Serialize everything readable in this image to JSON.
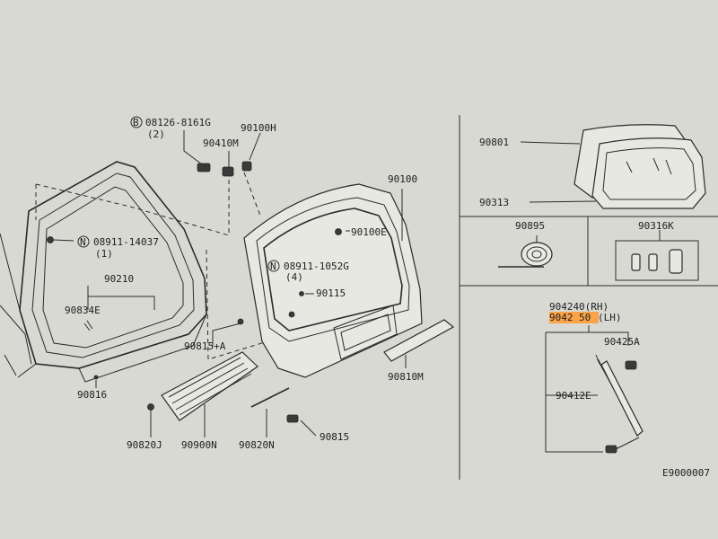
{
  "labels": {
    "bolt_spec": "08126-8161G",
    "bolt_qty": "(2)",
    "p90410M": "90410M",
    "p90100H": "90100H",
    "p90100": "90100",
    "p90100E": "90100E",
    "nut1_spec": "08911-14037",
    "nut1_qty": "(1)",
    "nut2_spec": "08911-1052G",
    "nut2_qty": "(4)",
    "p90210": "90210",
    "p90834E": "90834E",
    "p90115": "90115",
    "p90815A": "90815+A",
    "p90816": "90816",
    "p90810M": "90810M",
    "p90815": "90815",
    "p90820J": "90820J",
    "p90900N": "90900N",
    "p90820N": "90820N",
    "p90801": "90801",
    "p90313": "90313",
    "p90895": "90895",
    "p90316K": "90316K",
    "p90424_0": "90424",
    "p90424_0_rh": "0(RH)",
    "p90425_0": "9042",
    "p90425_0_hi": "50",
    "p90425_0_lh": "(LH)",
    "p90425A": "90425A",
    "p90412E": "90412E",
    "sheet_code": "E9000007",
    "bolt_marker": "B",
    "nut_marker": "N"
  },
  "colors": {
    "highlight": "#ff9a2e",
    "line": "#2a2a2a",
    "background": "#d9d9d4"
  }
}
